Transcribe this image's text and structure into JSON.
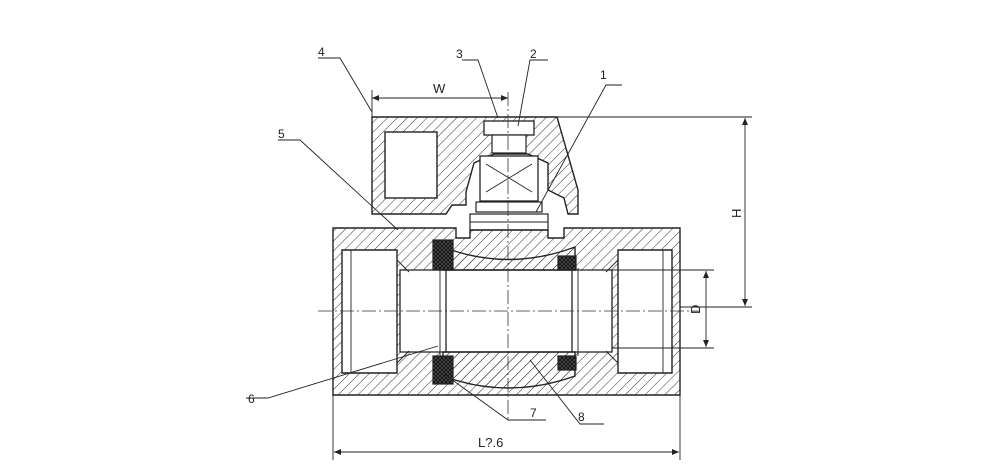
{
  "part_labels": [
    "1",
    "2",
    "3",
    "4",
    "5",
    "6",
    "7",
    "8"
  ],
  "dimensions": {
    "width": "W",
    "height": "H",
    "bore": "D",
    "length": "L?.6"
  },
  "colors": {
    "line": "#222222",
    "background": "#ffffff"
  }
}
